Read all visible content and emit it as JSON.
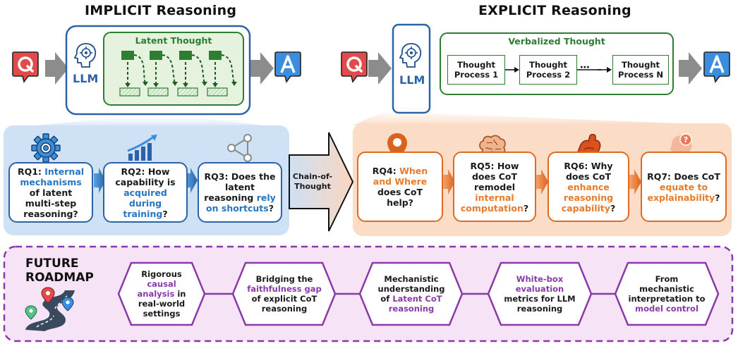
{
  "implicit": {
    "title": "IMPLICIT Reasoning",
    "q_label": "Q",
    "llm_label": "LLM",
    "latent_title": "Latent Thought",
    "a_label": "A"
  },
  "explicit": {
    "title": "EXPLICIT Reasoning",
    "q_label": "Q",
    "llm_label": "LLM",
    "verbal_title": "Verbalized Thought",
    "thoughts": [
      {
        "line1": "Thought",
        "line2": "Process 1"
      },
      {
        "line1": "Thought",
        "line2": "Process 2"
      },
      {
        "line1": "Thought",
        "line2": "Process N"
      }
    ],
    "ellipsis": "⋯",
    "a_label": "A"
  },
  "cot_label": {
    "line1": "Chain-of-",
    "line2": "Thought"
  },
  "rqs": [
    {
      "id": "RQ1:",
      "pre": "",
      "hl": "Internal mechanisms",
      "post": "of latent multi-step reasoning?"
    },
    {
      "id": "RQ2:",
      "pre": "How capability is",
      "hl": "acquired during training",
      "post": "?"
    },
    {
      "id": "RQ3:",
      "pre": "Does the latent reasoning",
      "hl": "rely on shortcuts",
      "post": "?"
    },
    {
      "id": "RQ4:",
      "pre": "",
      "hl": "When and Where",
      "post": "does CoT help?"
    },
    {
      "id": "RQ5:",
      "pre": "How does CoT remodel",
      "hl": "internal computation",
      "post": "?"
    },
    {
      "id": "RQ6:",
      "pre": "Why does CoT",
      "hl": "enhance reasoning capability",
      "post": "?"
    },
    {
      "id": "RQ7:",
      "pre": "Does CoT",
      "hl": "equate to explainability",
      "post": "?"
    }
  ],
  "roadmap": {
    "title_line1": "FUTURE",
    "title_line2": "ROADMAP",
    "items": [
      {
        "pre": "Rigorous",
        "hl": "causal analysis",
        "post": "in real-world settings"
      },
      {
        "pre": "Bridging the",
        "hl": "faithfulness gap",
        "post": "of explicit CoT reasoning"
      },
      {
        "pre": "Mechanistic understanding of",
        "hl": "Latent CoT reasoning",
        "post": ""
      },
      {
        "pre": "",
        "hl": "White-box evaluation",
        "post": "metrics for LLM reasoning"
      },
      {
        "pre": "From mechanistic interpretation to",
        "hl": "model control",
        "post": ""
      }
    ]
  },
  "colors": {
    "blue": "#2a63a8",
    "orange": "#e06a22",
    "green": "#2e7d32",
    "purple": "#8a3aa8",
    "q_red": "#e14b4b",
    "a_blue": "#3b8de0"
  }
}
